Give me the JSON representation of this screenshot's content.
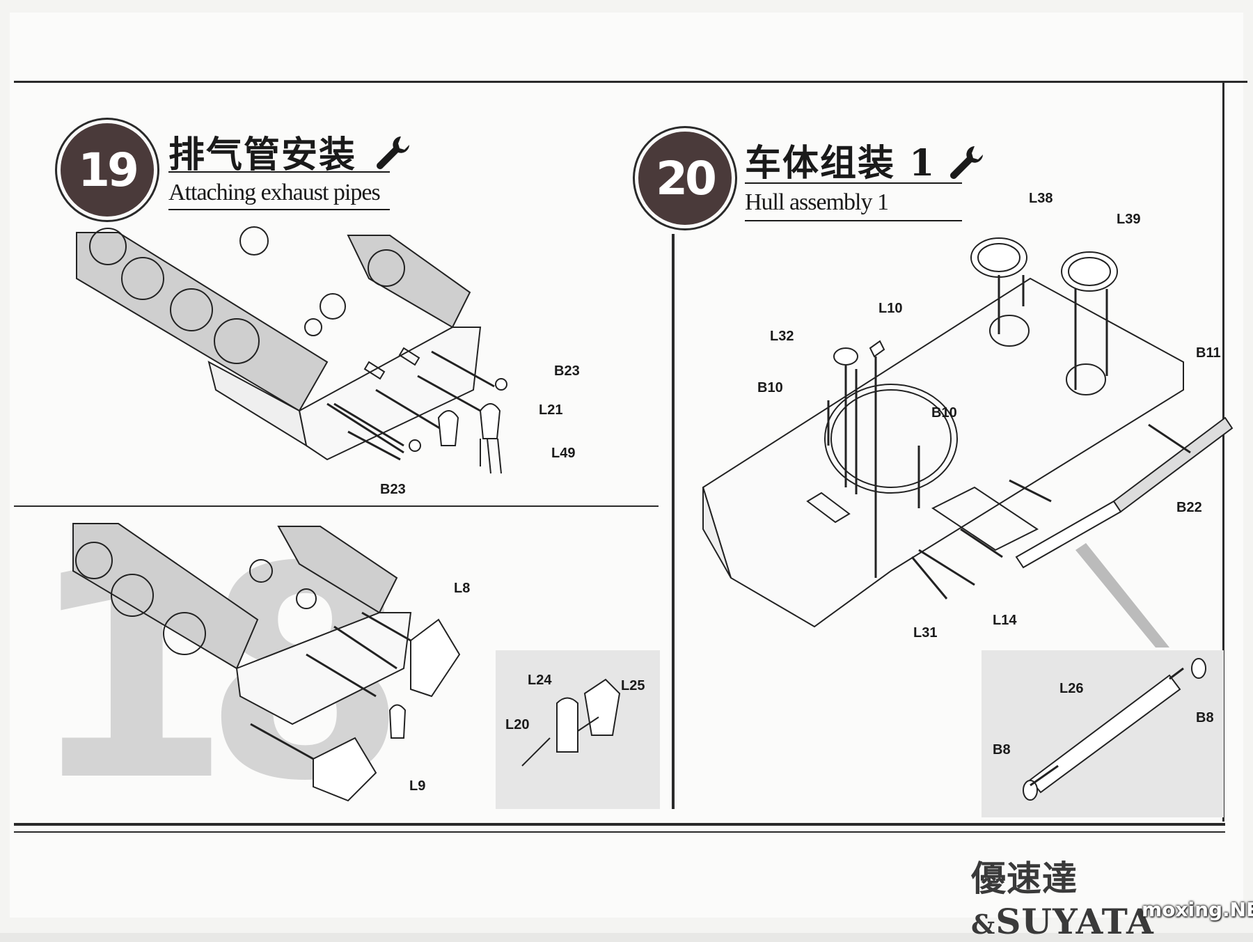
{
  "step19": {
    "number": "19",
    "bg_number": "18",
    "title_zh": "排气管安装",
    "title_en": "Attaching exhaust pipes",
    "labels": [
      "B23",
      "L21",
      "L49",
      "B23",
      "L8",
      "L24",
      "L25",
      "L20",
      "L9"
    ]
  },
  "step20": {
    "number": "20",
    "title_zh": "车体组装 1",
    "title_en": "Hull assembly 1",
    "labels": [
      "L38",
      "L39",
      "L10",
      "L32",
      "B11",
      "B10",
      "B10",
      "B22",
      "L14",
      "L31",
      "L26",
      "B8",
      "B8"
    ]
  },
  "footer": {
    "brand_zh": "優速達",
    "brand_sep": "&",
    "brand_en": "SUYATA",
    "watermark": "moxing.NET"
  }
}
